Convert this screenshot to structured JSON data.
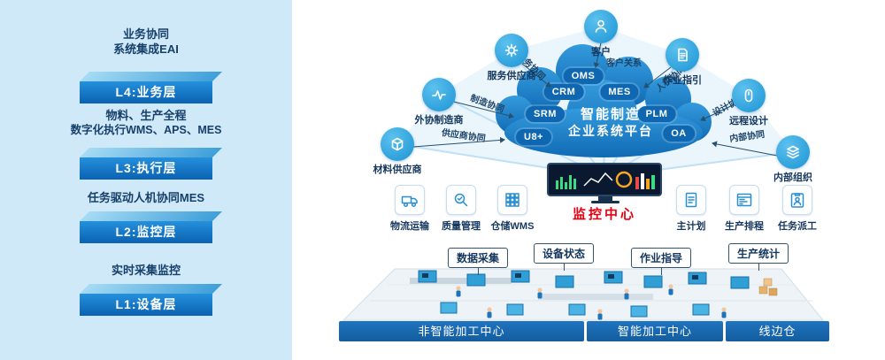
{
  "left_panel": {
    "layers": [
      {
        "desc": [
          "业务协同",
          "系统集成EAI"
        ],
        "label": "L4:业务层"
      },
      {
        "desc": [
          "物料、生产全程",
          "数字化执行WMS、APS、MES"
        ],
        "label": "L3:执行层"
      },
      {
        "desc": [
          "任务驱动人机协同MES"
        ],
        "label": "L2:监控层"
      },
      {
        "desc": [
          "实时采集监控"
        ],
        "label": "L1:设备层"
      }
    ]
  },
  "platform_cloud": {
    "title": [
      "智能制造",
      "企业系统平台"
    ],
    "modules": [
      "OMS",
      "CRM",
      "MES",
      "SRM",
      "PLM",
      "U8+",
      "OA"
    ]
  },
  "satellites": [
    {
      "label": "客户"
    },
    {
      "label": "服务供应商"
    },
    {
      "label": "作业指引"
    },
    {
      "label": "外协制造商"
    },
    {
      "label": "远程设计"
    },
    {
      "label": "材料供应商"
    },
    {
      "label": "内部组织"
    }
  ],
  "collaborations": [
    "客户关系",
    "服务协同",
    "人机协同",
    "制造协同",
    "设计协同",
    "供应商协同",
    "内部协同"
  ],
  "monitor_center": {
    "label": "监控中心"
  },
  "function_modules": [
    "物流运输",
    "质量管理",
    "仓储WMS",
    "主计划",
    "生产排程",
    "任务派工"
  ],
  "floor_tags": [
    "数据采集",
    "设备状态",
    "作业指导",
    "生产统计"
  ],
  "floor_zones": [
    "非智能加工中心",
    "智能加工中心",
    "线边仓"
  ],
  "colors": {
    "left_bg": "#cfe9f8",
    "platform_blue": "#1482cc",
    "cloud_blue": "#1b7fc4",
    "accent_cyan": "#29a7e1",
    "dark_text": "#16385f",
    "alert_red": "#e60012",
    "zone_bar": "#1a67b2"
  }
}
